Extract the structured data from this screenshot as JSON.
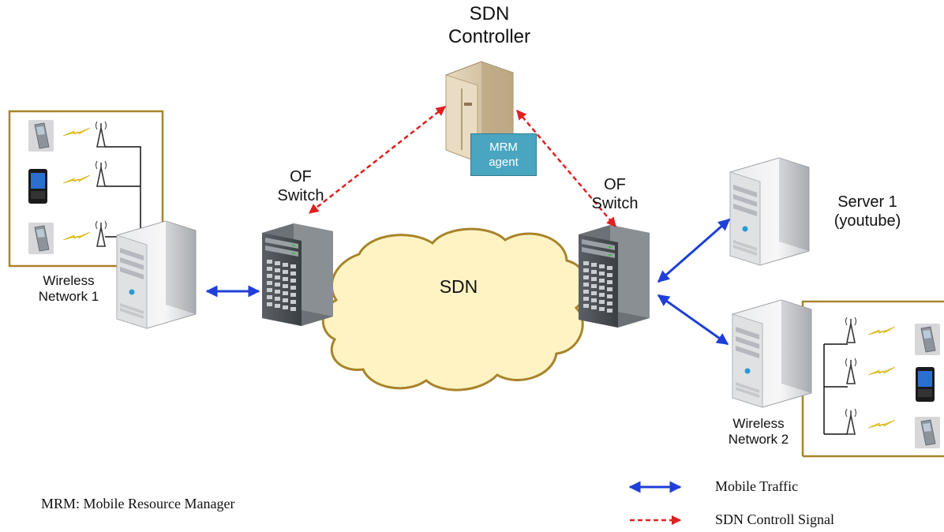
{
  "controller": {
    "title_line1": "SDN",
    "title_line2": "Controller"
  },
  "agent": {
    "line1": "MRM",
    "line2": "agent"
  },
  "switch_left": {
    "line1": "OF",
    "line2": "Switch"
  },
  "switch_right": {
    "line1": "OF",
    "line2": "Switch"
  },
  "cloud": {
    "label": "SDN",
    "fill": "#fff3c4",
    "stroke": "#a8842a"
  },
  "server1": {
    "line1": "Server 1",
    "line2": "(youtube)"
  },
  "wireless1": {
    "line1": "Wireless",
    "line2": "Network 1"
  },
  "wireless2": {
    "line1": "Wireless",
    "line2": "Network 2"
  },
  "footnote": "MRM: Mobile Resource Manager",
  "legend": [
    {
      "label": "Mobile Traffic",
      "color": "#1f3fd8",
      "style": "solid"
    },
    {
      "label": "SDN Controll Signal",
      "color": "#e02020",
      "style": "dashed"
    }
  ],
  "icons": {
    "phone": "mobile-phone-icon",
    "antenna": "antenna-tower-icon",
    "lightning": "wireless-signal-icon",
    "server": "server-icon",
    "controller": "controller-server-icon"
  },
  "colors": {
    "frame": "#a8842a",
    "traffic": "#1f3fd8",
    "control": "#e02020"
  }
}
